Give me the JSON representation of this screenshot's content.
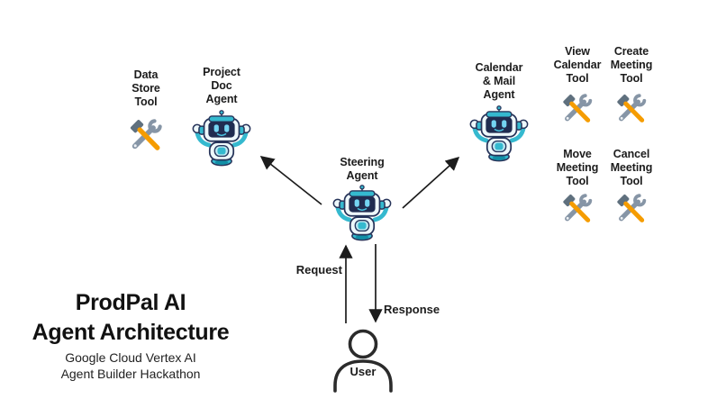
{
  "title": {
    "text": "ProdPal AI\nAgent Architecture",
    "subtitle": "Google Cloud Vertex AI\nAgent Builder Hackathon"
  },
  "nodes": {
    "data_store_tool": {
      "label": "Data\nStore\nTool",
      "icon": "hammer-wrench"
    },
    "project_doc_agent": {
      "label": "Project\nDoc\nAgent",
      "icon": "robot"
    },
    "steering_agent": {
      "label": "Steering\nAgent",
      "icon": "robot"
    },
    "calendar_mail_agent": {
      "label": "Calendar\n& Mail\nAgent",
      "icon": "robot"
    },
    "view_calendar_tool": {
      "label": "View\nCalendar\nTool",
      "icon": "hammer-wrench"
    },
    "create_meeting_tool": {
      "label": "Create\nMeeting\nTool",
      "icon": "hammer-wrench"
    },
    "move_meeting_tool": {
      "label": "Move\nMeeting\nTool",
      "icon": "hammer-wrench"
    },
    "cancel_meeting_tool": {
      "label": "Cancel\nMeeting\nTool",
      "icon": "hammer-wrench"
    },
    "user": {
      "label": "User",
      "icon": "person"
    }
  },
  "edges": {
    "request_label": "Request",
    "response_label": "Response",
    "connections": [
      {
        "from": "steering_agent",
        "to": "project_doc_agent"
      },
      {
        "from": "steering_agent",
        "to": "calendar_mail_agent"
      },
      {
        "from": "user",
        "to": "steering_agent",
        "label": "Request"
      },
      {
        "from": "steering_agent",
        "to": "user",
        "label": "Response"
      }
    ]
  },
  "colors": {
    "background": "#ffffff",
    "text": "#1c1c1c",
    "arrow": "#1c1c1c",
    "robot_teal": "#35b9cf",
    "robot_teal_dark": "#118fa6",
    "robot_navy": "#27345a",
    "robot_screen": "#202c50",
    "robot_eye_cyan": "#74d4f2",
    "robot_body_light": "#eef8fb",
    "tool_gray": "#8695a6",
    "tool_gray_dark": "#5f707e",
    "tool_orange": "#f59c00"
  }
}
